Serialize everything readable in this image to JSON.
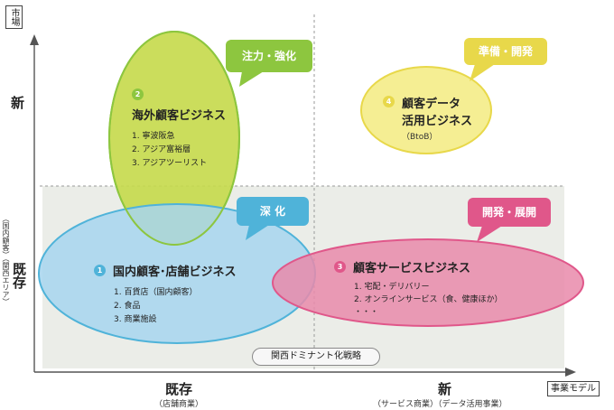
{
  "axes": {
    "y_title": "市場",
    "x_title": "事業モデル",
    "y_new": "新",
    "y_existing": "既存",
    "y_existing_note": "（国内顧客）（関西エリア）",
    "x_existing": "既存",
    "x_existing_note": "（店舗商業）",
    "x_new": "新",
    "x_new_note": "（サービス商業）（データ活用事業）"
  },
  "bubbles": [
    {
      "num": "2",
      "title": "海外顧客ビジネス",
      "items": [
        "1. 寧波阪急",
        "2. アジア富裕層",
        "3. アジアツーリスト"
      ]
    },
    {
      "num": "1",
      "title": "国内顧客･店舗ビジネス",
      "items": [
        "1. 百貨店（国内顧客）",
        "2. 食品",
        "3. 商業施設"
      ]
    },
    {
      "num": "3",
      "title": "顧客サービスビジネス",
      "items": [
        "1. 宅配・デリバリー",
        "2. オンラインサービス（食、健康ほか）",
        "・・・"
      ]
    },
    {
      "num": "4",
      "title_line1": "顧客データ",
      "title_line2": "活用ビジネス",
      "sub": "（BtoB）"
    }
  ],
  "callouts": {
    "green": "注力・強化",
    "blue": "深 化",
    "pink": "開発・展開",
    "yellow": "準備・開発"
  },
  "strategy_label": "関西ドミナント化戦略",
  "colors": {
    "green": "#8dc63f",
    "green_fill": "#c5d94a",
    "blue": "#4fb3d9",
    "blue_fill": "#a7d5ef",
    "pink": "#e0578a",
    "pink_fill": "#e989aa",
    "yellow": "#e8d84a",
    "yellow_fill": "#f5ee93",
    "region": "#ebede8"
  }
}
